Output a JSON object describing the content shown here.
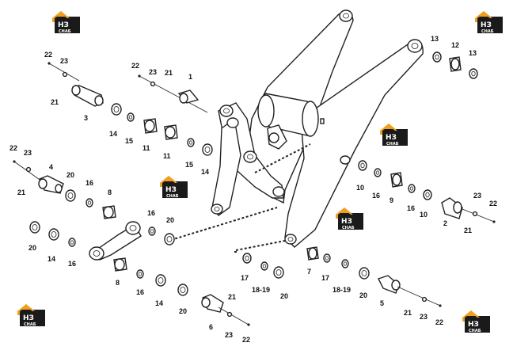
{
  "colors": {
    "logo_orange": "#f0a020",
    "logo_dark": "#1a1a1a",
    "line": "#222222"
  },
  "logo": {
    "top": "НЗ",
    "bottom": "СНАБ"
  },
  "labels": [
    {
      "id": "l1",
      "text": "1"
    },
    {
      "id": "l2",
      "text": "2"
    },
    {
      "id": "l3",
      "text": "3"
    },
    {
      "id": "l4",
      "text": "4"
    },
    {
      "id": "l5",
      "text": "5"
    },
    {
      "id": "l6",
      "text": "6"
    },
    {
      "id": "l7",
      "text": "7"
    },
    {
      "id": "l8a",
      "text": "8"
    },
    {
      "id": "l8b",
      "text": "8"
    },
    {
      "id": "l9",
      "text": "9"
    },
    {
      "id": "l10a",
      "text": "10"
    },
    {
      "id": "l10b",
      "text": "10"
    },
    {
      "id": "l11a",
      "text": "11"
    },
    {
      "id": "l11b",
      "text": "11"
    },
    {
      "id": "l12",
      "text": "12"
    },
    {
      "id": "l13a",
      "text": "13"
    },
    {
      "id": "l13b",
      "text": "13"
    },
    {
      "id": "l14a",
      "text": "14"
    },
    {
      "id": "l14b",
      "text": "14"
    },
    {
      "id": "l14c",
      "text": "14"
    },
    {
      "id": "l14d",
      "text": "14"
    },
    {
      "id": "l15a",
      "text": "15"
    },
    {
      "id": "l15b",
      "text": "15"
    },
    {
      "id": "l16a",
      "text": "16"
    },
    {
      "id": "l16b",
      "text": "16"
    },
    {
      "id": "l16c",
      "text": "16"
    },
    {
      "id": "l16d",
      "text": "16"
    },
    {
      "id": "l16e",
      "text": "16"
    },
    {
      "id": "l16f",
      "text": "16"
    },
    {
      "id": "l17a",
      "text": "17"
    },
    {
      "id": "l17b",
      "text": "17"
    },
    {
      "id": "l1819a",
      "text": "18-19"
    },
    {
      "id": "l1819b",
      "text": "18-19"
    },
    {
      "id": "l20a",
      "text": "20"
    },
    {
      "id": "l20b",
      "text": "20"
    },
    {
      "id": "l20c",
      "text": "20"
    },
    {
      "id": "l20d",
      "text": "20"
    },
    {
      "id": "l20e",
      "text": "20"
    },
    {
      "id": "l20f",
      "text": "20"
    },
    {
      "id": "l21a",
      "text": "21"
    },
    {
      "id": "l21b",
      "text": "21"
    },
    {
      "id": "l21c",
      "text": "21"
    },
    {
      "id": "l21d",
      "text": "21"
    },
    {
      "id": "l21e",
      "text": "21"
    },
    {
      "id": "l21f",
      "text": "21"
    },
    {
      "id": "l22a",
      "text": "22"
    },
    {
      "id": "l22b",
      "text": "22"
    },
    {
      "id": "l22c",
      "text": "22"
    },
    {
      "id": "l22d",
      "text": "22"
    },
    {
      "id": "l22e",
      "text": "22"
    },
    {
      "id": "l22f",
      "text": "22"
    },
    {
      "id": "l23a",
      "text": "23"
    },
    {
      "id": "l23b",
      "text": "23"
    },
    {
      "id": "l23c",
      "text": "23"
    },
    {
      "id": "l23d",
      "text": "23"
    },
    {
      "id": "l23e",
      "text": "23"
    },
    {
      "id": "l23f",
      "text": "23"
    }
  ]
}
